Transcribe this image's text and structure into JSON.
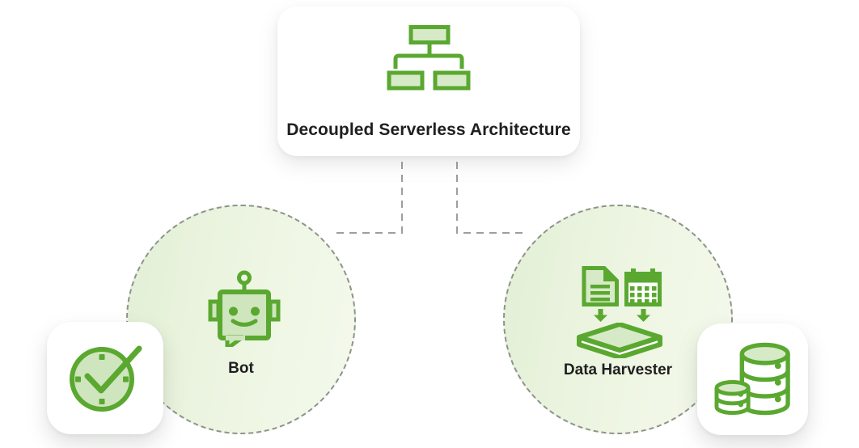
{
  "diagram": {
    "root": {
      "label": "Decoupled Serverless Architecture",
      "icon": "sitemap-icon"
    },
    "nodes": [
      {
        "id": "bot",
        "label": "Bot",
        "icon": "robot-icon"
      },
      {
        "id": "data-harvester",
        "label": "Data Harvester",
        "icons": [
          "document-icon",
          "calendar-icon",
          "arrow-down-icon",
          "arrow-down-icon",
          "platform-layer-icon"
        ]
      }
    ],
    "badges": [
      {
        "id": "scheduler-badge",
        "icon": "clock-check-icon"
      },
      {
        "id": "database-badge",
        "icon": "database-icon"
      }
    ],
    "connectors": [
      {
        "from": "root",
        "to": "bot",
        "style": "dashed"
      },
      {
        "from": "root",
        "to": "data-harvester",
        "style": "dashed"
      }
    ],
    "colors": {
      "accent_green": "#5aa830",
      "fill_light_green": "#d7eac8",
      "fill_node_green": "#cfe5bd",
      "circle_gradient_start": "#e3efd6",
      "circle_gradient_end": "#f4f9ec",
      "dash_gray": "#8d938c",
      "connector_gray": "#9aa09a",
      "text_dark": "#1e1f1e",
      "card_bg": "#ffffff"
    }
  }
}
